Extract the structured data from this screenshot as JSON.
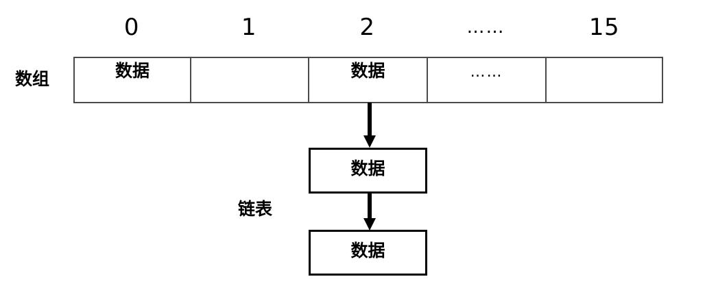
{
  "diagram": {
    "title": "hash-table-array-with-linked-list",
    "labels": {
      "array": "数组",
      "linked_list": "链表"
    },
    "array": {
      "indices": [
        "0",
        "1",
        "2",
        "……",
        "15"
      ],
      "cells": [
        {
          "index": "0",
          "text": "数据"
        },
        {
          "index": "1",
          "text": ""
        },
        {
          "index": "2",
          "text": "数据"
        },
        {
          "index": "……",
          "text": "……"
        },
        {
          "index": "15",
          "text": ""
        }
      ]
    },
    "chain": {
      "from_cell_index": "2",
      "nodes": [
        {
          "text": "数据"
        },
        {
          "text": "数据"
        }
      ],
      "arrows": [
        {
          "name": "arrow-array-to-node1"
        },
        {
          "name": "arrow-node1-to-node2"
        }
      ]
    },
    "colors": {
      "stroke": "#000000",
      "array_border": "#4a4a4a",
      "background": "#ffffff"
    }
  }
}
